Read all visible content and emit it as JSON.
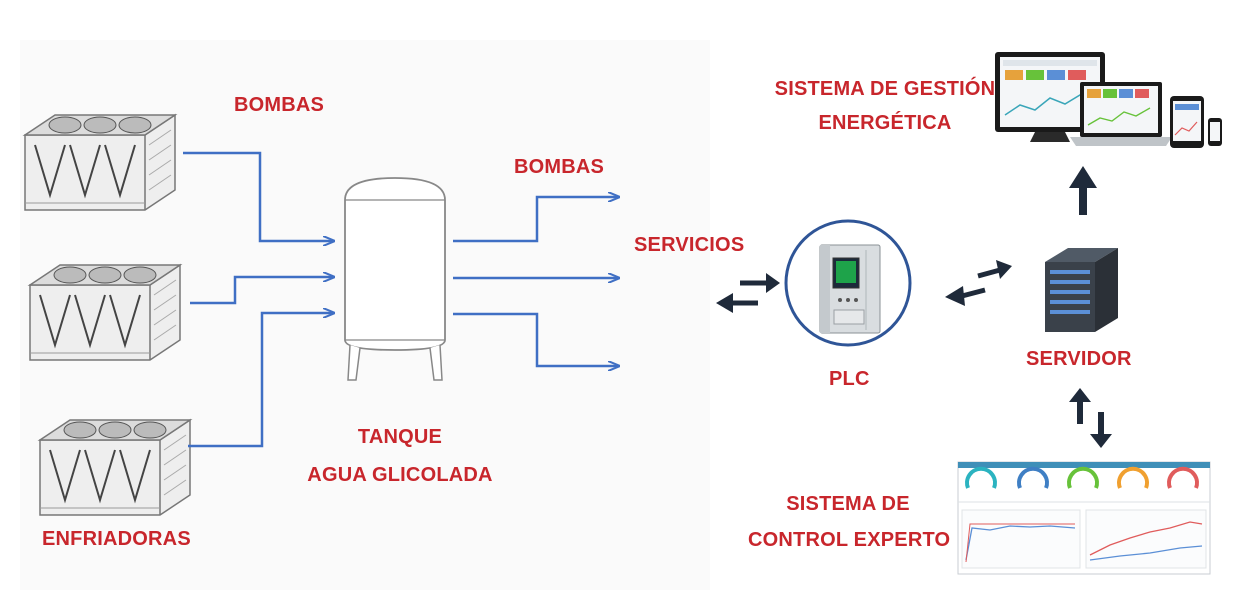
{
  "labels": {
    "bombas_in": "BOMBAS",
    "bombas_out": "BOMBAS",
    "servicios": "SERVICIOS",
    "enfriadoras": "ENFRIADORAS",
    "tanque_line1": "TANQUE",
    "tanque_line2": "AGUA GLICOLADA",
    "plc": "PLC",
    "servidor": "SERVIDOR",
    "gestion_line1": "SISTEMA DE GESTIÓN",
    "gestion_line2": "ENERGÉTICA",
    "control_line1": "SISTEMA DE",
    "control_line2": "CONTROL EXPERTO"
  },
  "colors": {
    "label_red": "#c8262c",
    "pipe_blue": "#3f6fc4",
    "arrow_dark": "#1f2a3a",
    "plc_ring": "#2f5597"
  },
  "icons": [
    "chiller-unit",
    "glycol-tank",
    "plc-controller",
    "server-tower",
    "monitor-dashboard",
    "control-dashboard"
  ]
}
